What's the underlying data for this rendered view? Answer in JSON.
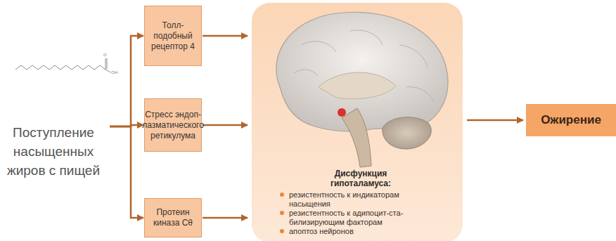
{
  "diagram": {
    "nodes": [
      {
        "text": [
          "Поступление насыщенных жиров с пищей"
        ]
      },
      {
        "text": [
          "Толл- подобный рецептор 4"
        ]
      },
      {
        "text": [
          "Стресс эндоп- лазматического ретикулума"
        ]
      },
      {
        "text": [
          "Протеин киназа Сθ"
        ]
      },
      {
        "text": [
          "Дисфункция гипоталамуса:",
          "резистентность к индикаторам насыщения",
          "резистентность к адипоцит-ста- билизирующим факторам",
          "апоптоз нейронов"
        ]
      },
      {
        "text": [
          "Ожирение"
        ]
      }
    ],
    "edges": [
      {
        "from": 0,
        "to": 1,
        "arrow": "to"
      },
      {
        "from": 0,
        "to": 2,
        "arrow": "to"
      },
      {
        "from": 0,
        "to": 3,
        "arrow": "to"
      },
      {
        "from": 1,
        "to": 4,
        "arrow": "to"
      },
      {
        "from": 2,
        "to": 4,
        "arrow": "to"
      },
      {
        "from": 3,
        "to": 4,
        "arrow": "to"
      },
      {
        "from": 4,
        "to": 5,
        "arrow": "to"
      }
    ],
    "labels": [
      "O",
      "OH"
    ]
  }
}
